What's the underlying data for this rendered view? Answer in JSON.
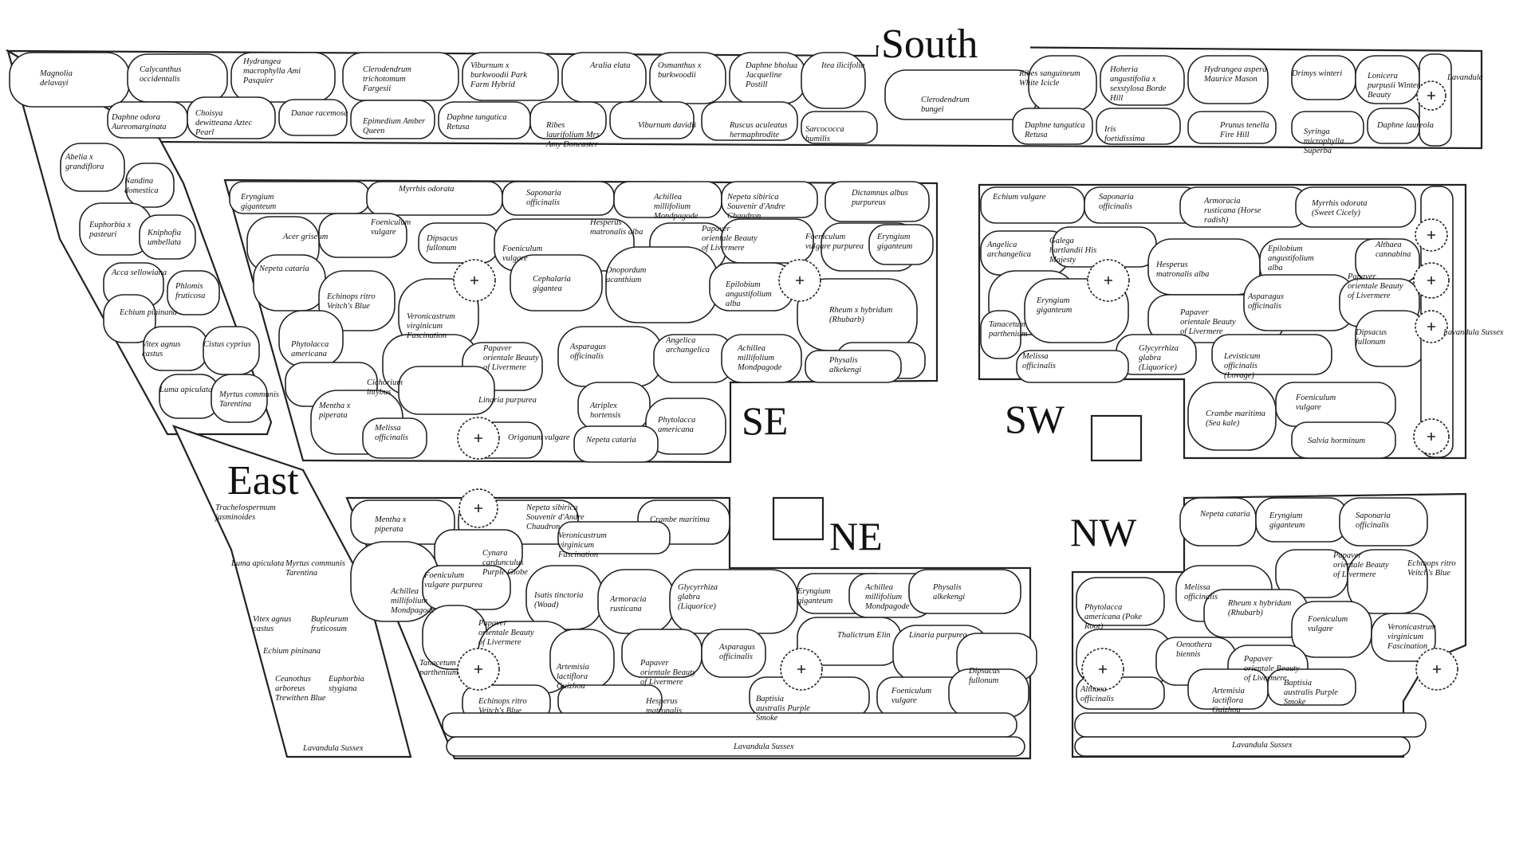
{
  "compass": {
    "south": "South",
    "east": "East",
    "se": "SE",
    "sw": "SW",
    "ne": "NE",
    "nw": "NW"
  },
  "beds": {
    "south": [
      "Magnolia delavayi",
      "Calycanthus occidentalis",
      "Hydrangea macrophylla Ami Pasquier",
      "Clerodendrum trichotomum Fargesii",
      "Viburnum x burkwoodii Park Farm Hybrid",
      "Aralia elata",
      "Osmanthus x burkwoodii",
      "Daphne bholua Jacqueline Postill",
      "Itea ilicifolia",
      "Clerodendrum bungei",
      "Ribes sanguineum White Icicle",
      "Hoheria angustifolia x sexstylosa Borde Hill",
      "Hydrangea aspera Maurice Mason",
      "Drimys winteri",
      "Lonicera purpusii Winter Beauty",
      "Daphne odora Aureomarginata",
      "Choisya dewitteana Aztec Pearl",
      "Danae racemosa",
      "Epimedium Amber Queen",
      "Daphne tangutica Retusa",
      "Ribes laurifolium Mrs Amy Doncaster",
      "Viburnum davidii",
      "Ruscus aculeatus hermaphrodite",
      "Sarcococca humilis",
      "Daphne tangutica Retusa",
      "Iris foetidissima",
      "Prunus tenella Fire Hill",
      "Syringa microphylla Superba",
      "Daphne laureola",
      "Lavandula"
    ],
    "east": [
      "Abelia x grandiflora",
      "Nandina domestica",
      "Euphorbia x pasteuri",
      "Kniphofia umbellata",
      "Acca sellowiana",
      "Phlomis fruticosa",
      "Echium pininana",
      "Vitex agnus castus",
      "Cistus cyprius",
      "Luma apiculata",
      "Myrtus communis Tarentina",
      "Trachelospermum jasminoides",
      "Luma apiculata",
      "Myrtus communis Tarentina",
      "Vitex agnus castus",
      "Bupleurum fruticosum",
      "Echium pininana",
      "Ceanothus arboreus Trewithen Blue",
      "Euphorbia stygiana",
      "Lavandula Sussex"
    ],
    "se": [
      "Eryngium giganteum",
      "Myrrhis odorata",
      "Saponaria officinalis",
      "Achillea millifolium Mondpagode",
      "Nepeta sibirica Souvenir d'Andre Chaudron",
      "Dictamnus albus purpureus",
      "Acer griseum",
      "Foeniculum vulgare",
      "Dipsacus fullonum",
      "Foeniculum vulgare",
      "Hesperus matronalis alba",
      "Papaver orientale Beauty of Livermere",
      "Foeniculum vulgare purpurea",
      "Eryngium giganteum",
      "Nepeta cataria",
      "Echinops ritro Veitch's Blue",
      "Veronicastrum virginicum Fascination",
      "Cephalaria gigantea",
      "Onopordum acanthium",
      "Epilobium angustifolium alba",
      "Rheum x hybridum (Rhubarb)",
      "Phytolacca americana",
      "Papaver orientale Beauty of Livermere",
      "Asparagus officinalis",
      "Angelica archangelica",
      "Achillea millifolium Mondpagode",
      "Physalis alkekengi",
      "Cichorium intybus",
      "Linaria purpurea",
      "Atriplex hortensis",
      "Phytolacca americana",
      "Mentha x piperata",
      "Melissa officinalis",
      "Origanum vulgare",
      "Nepeta cataria"
    ],
    "sw": [
      "Echium vulgare",
      "Saponaria officinalis",
      "Armoracia rusticana (Horse radish)",
      "Myrrhis odorata (Sweet Cicely)",
      "Angelica archangelica",
      "Galega hartlandii His Majesty",
      "Hesperus matronalis alba",
      "Epilobium angustifolium alba",
      "Althaea cannabina",
      "Eryngium giganteum",
      "Papaver orientale Beauty of Livermere",
      "Asparagus officinalis",
      "Papaver orientale Beauty of Livermere",
      "Dipsacus fullonum",
      "Tanacetum parthenium",
      "Glycyrrhiza glabra (Liquorice)",
      "Levisticum officinalis (Lovage)",
      "Melissa officinalis",
      "Crambe maritima (Sea kale)",
      "Foeniculum vulgare",
      "Salvia horminum",
      "Lavandula Sussex"
    ],
    "ne": [
      "Mentha x piperata",
      "Nepeta sibirica Souvenir d'Andre Chaudron",
      "Crambe maritima",
      "Veronicastrum virginicum Fascination",
      "Cynara cardunculus Purple Globe",
      "Foeniculum vulgare purpurea",
      "Achillea millifolium Mondpagode",
      "Isatis tinctoria (Woad)",
      "Armoracia rusticana",
      "Glycyrrhiza glabra (Liquorice)",
      "Eryngium giganteum",
      "Achillea millifolium Mondpagode",
      "Physalis alkekengi",
      "Papaver orientale Beauty of Livermere",
      "Tanacetum parthenium",
      "Artemisia lactiflora Guizhou",
      "Papaver orientale Beauty of Livermere",
      "Asparagus officinalis",
      "Thalictrum Elin",
      "Linaria purpurea",
      "Dipsacus fullonum",
      "Echinops ritro Veitch's Blue",
      "Hesperus matronalis",
      "Baptisia australis Purple Smoke",
      "Foeniculum vulgare",
      "Lavandula Sussex"
    ],
    "nw": [
      "Nepeta cataria",
      "Eryngium giganteum",
      "Saponaria officinalis",
      "Melissa officinalis",
      "Papaver orientale Beauty of Livermere",
      "Echinops ritro Veitch's Blue",
      "Phytolacca americana (Poke Root)",
      "Rheum x hybridum (Rhubarb)",
      "Foeniculum vulgare",
      "Veronicastrum virginicum Fascination",
      "Oenothera biennis",
      "Papaver orientale Beauty of Livermere",
      "Althaea officinalis",
      "Artemisia lactiflora Guizhou",
      "Baptisia australis Purple Smoke",
      "Lavandula Sussex"
    ]
  }
}
